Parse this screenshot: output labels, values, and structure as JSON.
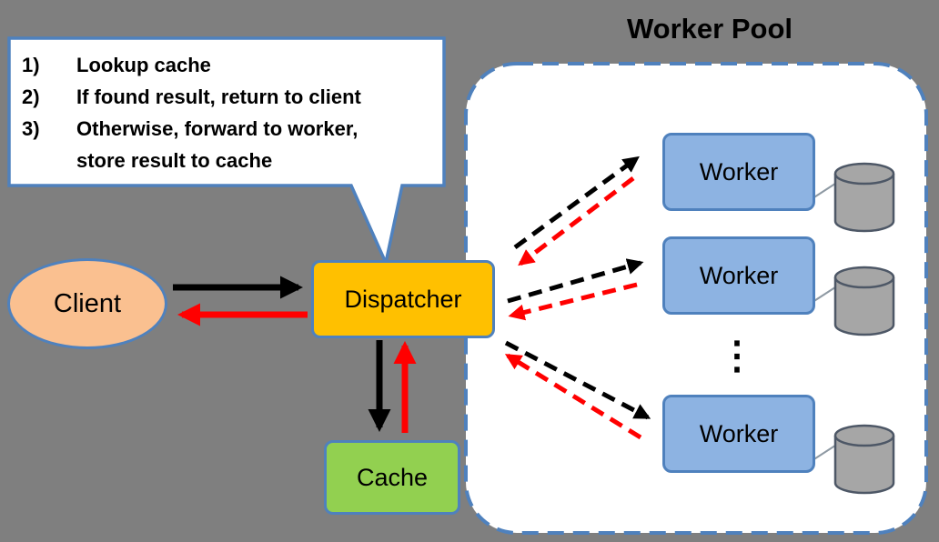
{
  "callout": {
    "items": [
      {
        "number": "1)",
        "text": "Lookup cache"
      },
      {
        "number": "2)",
        "text": "If found result, return to client"
      },
      {
        "number": "3)",
        "text": "Otherwise, forward to worker,\nstore result to cache"
      }
    ]
  },
  "client": {
    "label": "Client"
  },
  "dispatcher": {
    "label": "Dispatcher"
  },
  "cache": {
    "label": "Cache"
  },
  "worker_pool": {
    "title": "Worker Pool",
    "workers": [
      {
        "label": "Worker"
      },
      {
        "label": "Worker"
      },
      {
        "label": "Worker"
      }
    ],
    "ellipsis": "⋮"
  },
  "colors": {
    "background": "#7F7F7F",
    "border_blue": "#4F81BD",
    "client_fill": "#FAC090",
    "dispatcher_fill": "#FFC000",
    "cache_fill": "#92D050",
    "worker_fill": "#8DB3E2",
    "pool_fill": "#FFFFFF",
    "cylinder_fill": "#A6A6A6",
    "arrow_black": "#000000",
    "arrow_red": "#FF0000"
  }
}
